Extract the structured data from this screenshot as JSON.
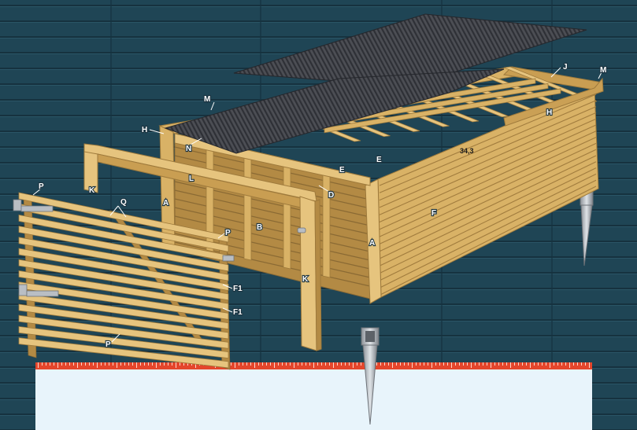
{
  "colors": {
    "wall": "#1f4555",
    "wall_line": "#16323f",
    "wood": "#d9b266",
    "wood_light": "#e6c47e",
    "wood_dark": "#b38a44",
    "roof": "#4a4c52",
    "roof_dark": "#2e3036",
    "steel": "#b9bec4",
    "ruler": "#e4462c",
    "panel": "#e8f4fb"
  },
  "labels": {
    "A1": "A",
    "A2": "A",
    "B": "B",
    "D": "D",
    "E1": "E",
    "E2": "E",
    "F": "F",
    "F1a": "F1",
    "F1b": "F1",
    "H1": "H",
    "H2": "H",
    "J": "J",
    "K1": "K",
    "K2": "K",
    "L": "L",
    "M1": "M",
    "M2": "M",
    "N": "N",
    "P1": "P",
    "P2": "P",
    "P3": "P",
    "Q": "Q",
    "measure": "34,3"
  }
}
